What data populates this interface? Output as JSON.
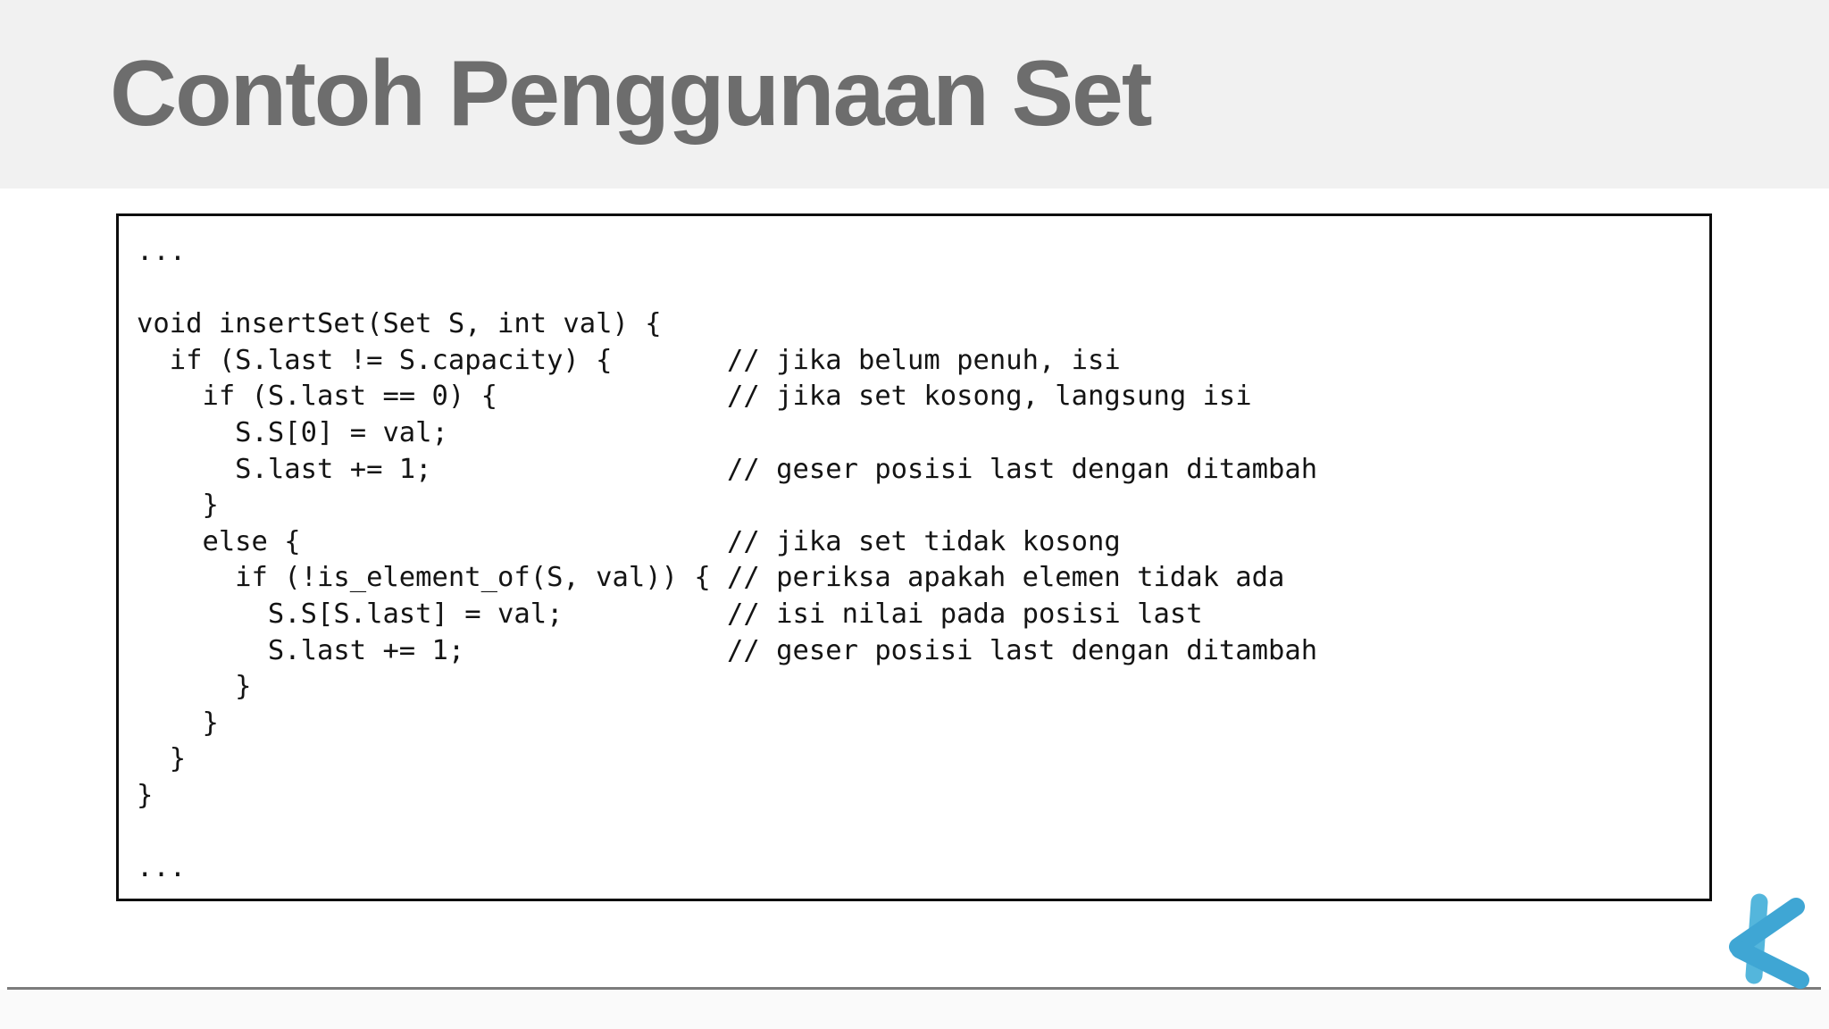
{
  "slide": {
    "title": "Contoh Penggunaan Set"
  },
  "code_block": {
    "language": "c",
    "lines": [
      "...",
      "",
      "void insertSet(Set S, int val) {",
      "  if (S.last != S.capacity) {       // jika belum penuh, isi",
      "    if (S.last == 0) {              // jika set kosong, langsung isi",
      "      S.S[0] = val;",
      "      S.last += 1;                  // geser posisi last dengan ditambah",
      "    }",
      "    else {                          // jika set tidak kosong",
      "      if (!is_element_of(S, val)) { // periksa apakah elemen tidak ada",
      "        S.S[S.last] = val;          // isi nilai pada posisi last",
      "        S.last += 1;                // geser posisi last dengan ditambah",
      "      }",
      "    }",
      "  }",
      "}",
      "",
      "..."
    ]
  },
  "logo": {
    "description": "k-chevron-logo",
    "bar_color": "#54b6dc",
    "chevron_color": "#3fa6d4"
  },
  "colors": {
    "header_background": "#f1f1f1",
    "title_text": "#6d6d6d",
    "code_border": "#0d0d0d",
    "code_text": "#141414",
    "divider": "#7c7c7c",
    "body_background": "#ffffff"
  }
}
